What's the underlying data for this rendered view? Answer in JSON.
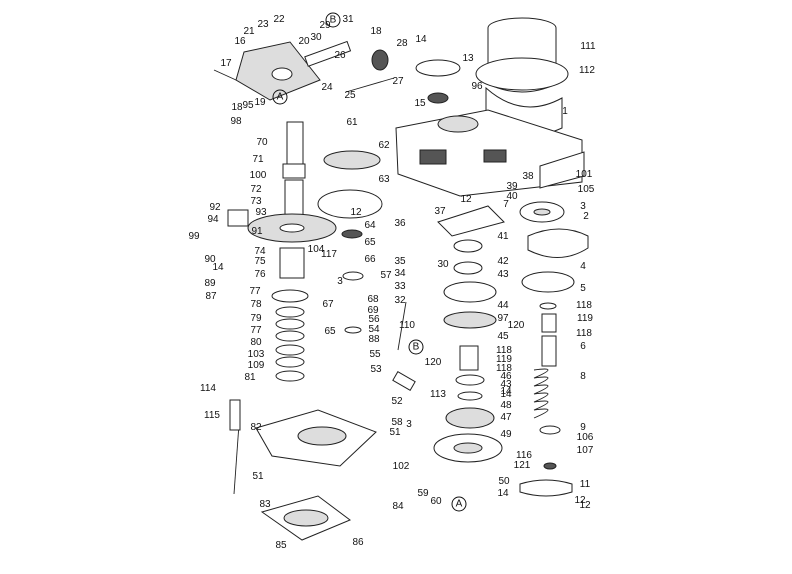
{
  "diagram": {
    "labels": [
      "1",
      "2",
      "3",
      "3",
      "3",
      "4",
      "5",
      "6",
      "7",
      "8",
      "9",
      "11",
      "12",
      "12",
      "12",
      "12",
      "13",
      "14",
      "14",
      "14",
      "14",
      "14",
      "15",
      "16",
      "17",
      "18",
      "18",
      "19",
      "20",
      "21",
      "22",
      "23",
      "24",
      "25",
      "26",
      "27",
      "28",
      "29",
      "30",
      "30",
      "31",
      "32",
      "33",
      "34",
      "35",
      "36",
      "37",
      "38",
      "39",
      "40",
      "41",
      "42",
      "43",
      "43",
      "44",
      "45",
      "46",
      "47",
      "48",
      "49",
      "50",
      "51",
      "51",
      "52",
      "53",
      "54",
      "55",
      "56",
      "57",
      "58",
      "59",
      "60",
      "61",
      "62",
      "63",
      "64",
      "65",
      "65",
      "66",
      "67",
      "68",
      "69",
      "70",
      "71",
      "72",
      "73",
      "74",
      "75",
      "76",
      "77",
      "77",
      "78",
      "79",
      "80",
      "81",
      "82",
      "83",
      "84",
      "85",
      "86",
      "87",
      "88",
      "89",
      "90",
      "91",
      "92",
      "93",
      "94",
      "95",
      "96",
      "97",
      "98",
      "99",
      "100",
      "101",
      "102",
      "103",
      "104",
      "105",
      "106",
      "107",
      "109",
      "110",
      "111",
      "112",
      "113",
      "114",
      "115",
      "116",
      "117",
      "118",
      "118",
      "118",
      "118",
      "119",
      "119",
      "120",
      "120",
      "121"
    ],
    "callouts": [
      "A",
      "A",
      "B",
      "B"
    ]
  }
}
